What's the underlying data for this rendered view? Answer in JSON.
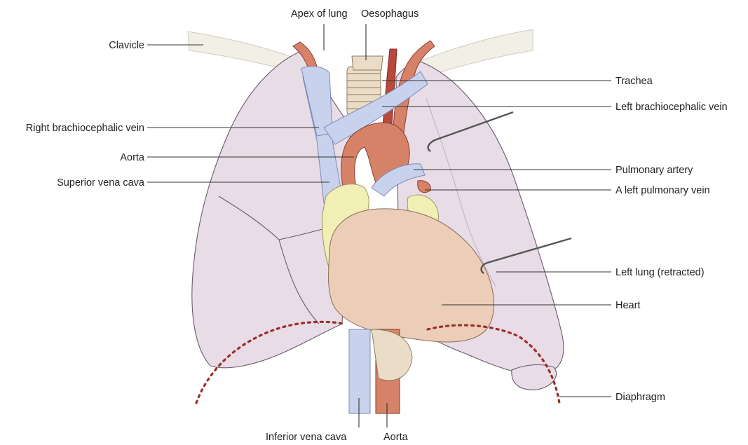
{
  "figure": {
    "colors": {
      "lung": "#e8dce6",
      "lung_outline": "#6a5a6e",
      "heart": "#ebcdb8",
      "aorta": "#d68268",
      "artery_dark": "#b9493a",
      "vein": "#c9d2ec",
      "vein_outline": "#7d89b8",
      "fat": "#f1eeb6",
      "trachea": "#eadcc6",
      "diaphragm": "#9b2f2a",
      "clavicle": "#f1efe6"
    },
    "labels": {
      "apex_of_lung": "Apex of lung",
      "oesophagus": "Oesophagus",
      "clavicle": "Clavicle",
      "trachea": "Trachea",
      "left_brachiocephalic_vein": "Left brachiocephalic vein",
      "right_brachiocephalic_vein": "Right brachiocephalic vein",
      "aorta_upper": "Aorta",
      "pulmonary_artery": "Pulmonary artery",
      "superior_vena_cava": "Superior vena cava",
      "left_pulmonary_vein": "A left pulmonary vein",
      "left_lung_retracted": "Left lung (retracted)",
      "heart": "Heart",
      "diaphragm": "Diaphragm",
      "inferior_vena_cava": "Inferior vena cava",
      "aorta_lower": "Aorta"
    }
  }
}
